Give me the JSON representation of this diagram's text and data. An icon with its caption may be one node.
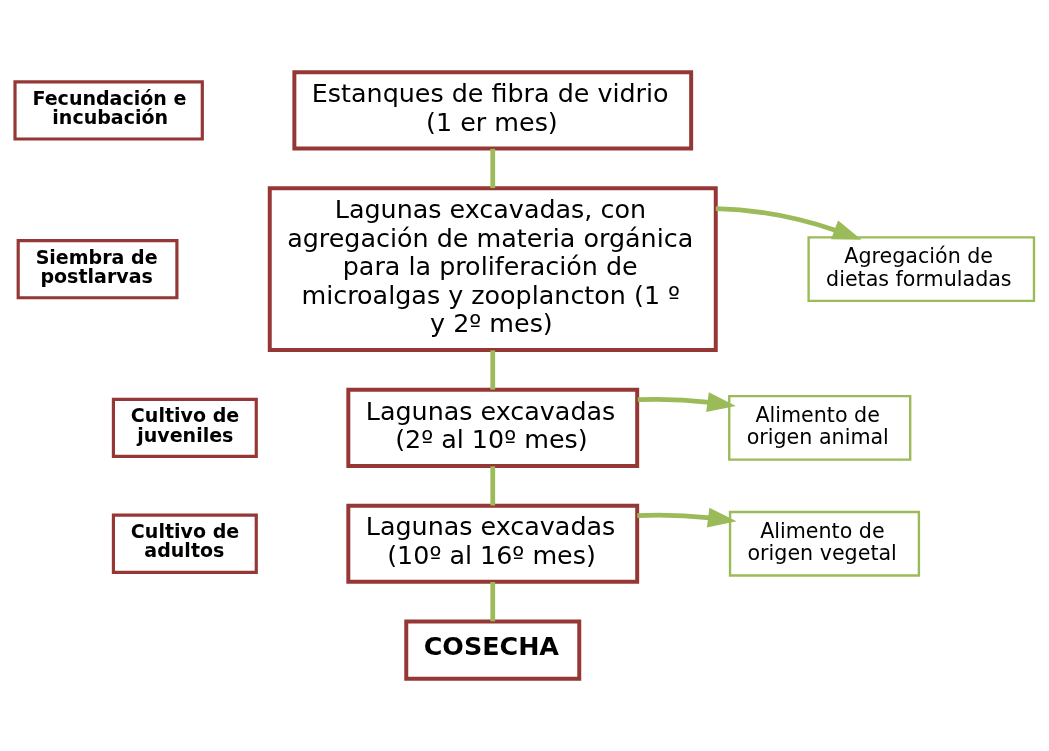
{
  "diagram": {
    "nodes": [
      {
        "text": [
          "Fecundación e incubación"
        ]
      },
      {
        "text": [
          "Estanques de fibra de vidrio (1 er mes)"
        ]
      },
      {
        "text": [
          "Siembra de postlarvas"
        ]
      },
      {
        "text": [
          "Lagunas excavadas, con agregación de materia orgánica para la proliferación de microalgas y zooplancton (1 º y 2º mes)"
        ]
      },
      {
        "text": [
          "Agregación de dietas formuladas"
        ]
      },
      {
        "text": [
          "Cultivo de juveniles"
        ]
      },
      {
        "text": [
          "Lagunas excavadas (2º al 10º mes)"
        ]
      },
      {
        "text": [
          "Alimento de origen animal"
        ]
      },
      {
        "text": [
          "Cultivo de adultos"
        ]
      },
      {
        "text": [
          "Lagunas excavadas (10º al 16º mes)"
        ]
      },
      {
        "text": [
          "Alimento de origen vegetal"
        ]
      },
      {
        "text": [
          "COSECHA"
        ]
      }
    ],
    "edges": [
      {
        "from": 1,
        "to": 3,
        "arrow": "none"
      },
      {
        "from": 3,
        "to": 4,
        "arrow": "to"
      },
      {
        "from": 3,
        "to": 6,
        "arrow": "none"
      },
      {
        "from": 6,
        "to": 7,
        "arrow": "to"
      },
      {
        "from": 6,
        "to": 9,
        "arrow": "none"
      },
      {
        "from": 9,
        "to": 10,
        "arrow": "to"
      },
      {
        "from": 9,
        "to": 11,
        "arrow": "none"
      }
    ]
  }
}
